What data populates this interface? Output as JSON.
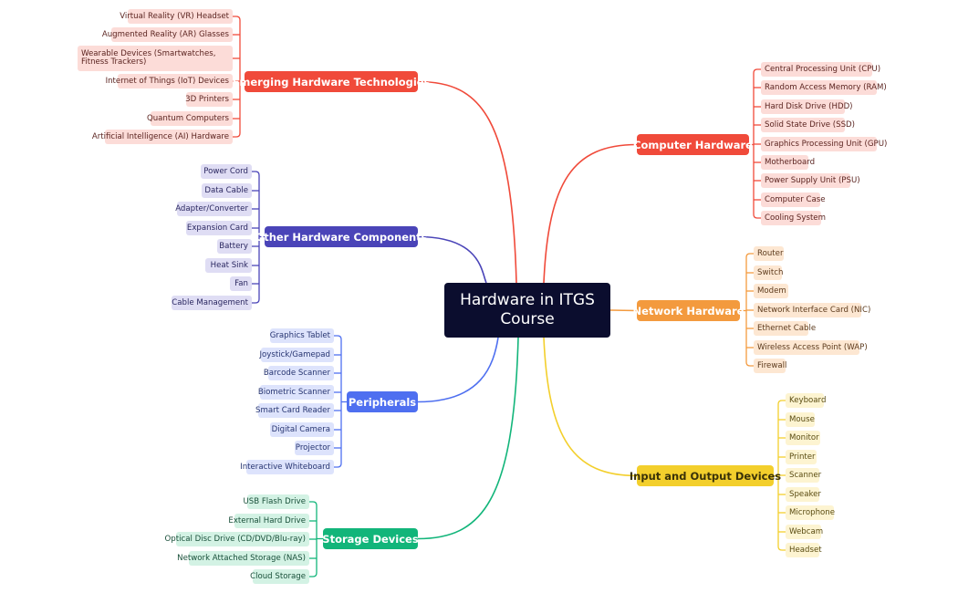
{
  "root": {
    "label": "Hardware in ITGS Course"
  },
  "branches": [
    {
      "label": "Computer Hardware",
      "color": "#f04a3a",
      "fill": "#fcdcd8",
      "text": "#5b2420",
      "items": [
        "Central Processing Unit (CPU)",
        "Random Access Memory (RAM)",
        "Hard Disk Drive (HDD)",
        "Solid State Drive (SSD)",
        "Graphics Processing Unit (GPU)",
        "Motherboard",
        "Power Supply Unit (PSU)",
        "Computer Case",
        "Cooling System"
      ]
    },
    {
      "label": "Network Hardware",
      "color": "#f39a3e",
      "fill": "#fde7d2",
      "text": "#5c3a1c",
      "items": [
        "Router",
        "Switch",
        "Modem",
        "Network Interface Card (NIC)",
        "Ethernet Cable",
        "Wireless Access Point (WAP)",
        "Firewall"
      ]
    },
    {
      "label": "Input and Output Devices",
      "color": "#f3cf2c",
      "fill": "#fdf4d1",
      "text": "#5a4c12",
      "items": [
        "Keyboard",
        "Mouse",
        "Monitor",
        "Printer",
        "Scanner",
        "Speaker",
        "Microphone",
        "Webcam",
        "Headset"
      ]
    },
    {
      "label": "Storage Devices",
      "color": "#12b57a",
      "fill": "#d3f2e4",
      "text": "#184f39",
      "items": [
        "USB Flash Drive",
        "External Hard Drive",
        "Optical Disc Drive (CD/DVD/Blu-ray)",
        "Network Attached Storage (NAS)",
        "Cloud Storage"
      ]
    },
    {
      "label": "Peripherals",
      "color": "#4e6ff0",
      "fill": "#dde3fc",
      "text": "#263470",
      "items": [
        "Graphics Tablet",
        "Joystick/Gamepad",
        "Barcode Scanner",
        "Biometric Scanner",
        "Smart Card Reader",
        "Digital Camera",
        "Projector",
        "Interactive Whiteboard"
      ]
    },
    {
      "label": "Other Hardware Components",
      "color": "#4a44b8",
      "fill": "#dfddf4",
      "text": "#2a2760",
      "items": [
        "Power Cord",
        "Data Cable",
        "Adapter/Converter",
        "Expansion Card",
        "Battery",
        "Heat Sink",
        "Fan",
        "Cable Management"
      ]
    },
    {
      "label": "Emerging Hardware Technologies",
      "color": "#f04a3a",
      "fill": "#fcdcd8",
      "text": "#5b2420",
      "items": [
        "Virtual Reality (VR) Headset",
        "Augmented Reality (AR) Glasses",
        "Wearable Devices (Smartwatches, Fitness Trackers)",
        "Internet of Things (IoT) Devices",
        "3D Printers",
        "Quantum Computers",
        "Artificial Intelligence (AI) Hardware"
      ]
    }
  ]
}
